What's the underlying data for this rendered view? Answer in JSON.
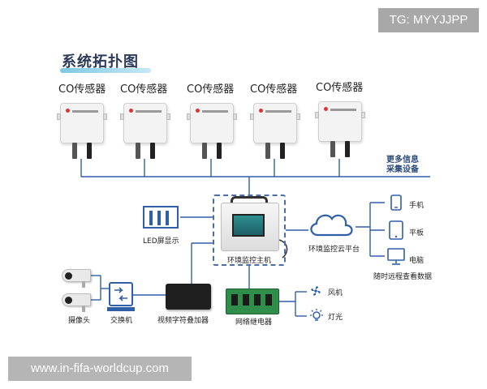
{
  "watermark_top": "TG: MYYJJPP",
  "watermark_bottom": "www.in-fifa-worldcup.com",
  "title": "系统拓扑图",
  "sensors": [
    {
      "label": "CO传感器"
    },
    {
      "label": "CO传感器"
    },
    {
      "label": "CO传感器"
    },
    {
      "label": "CO传感器"
    },
    {
      "label": "CO传感器"
    }
  ],
  "more_info": {
    "line1": "更多信息",
    "line2": "采集设备"
  },
  "led": "LED屏显示",
  "host": "环境监控主机",
  "cloud": "环境监控云平台",
  "remote": "随时远程查看数据",
  "devices": {
    "phone": "手机",
    "tablet": "平板",
    "computer": "电脑"
  },
  "camera": "摄像头",
  "switch": "交换机",
  "overlay": "视频字符叠加器",
  "relay": "网络继电器",
  "fan": "风机",
  "light": "灯光",
  "colors": {
    "line": "#2f5fa7",
    "accent": "#4b6ea8"
  }
}
